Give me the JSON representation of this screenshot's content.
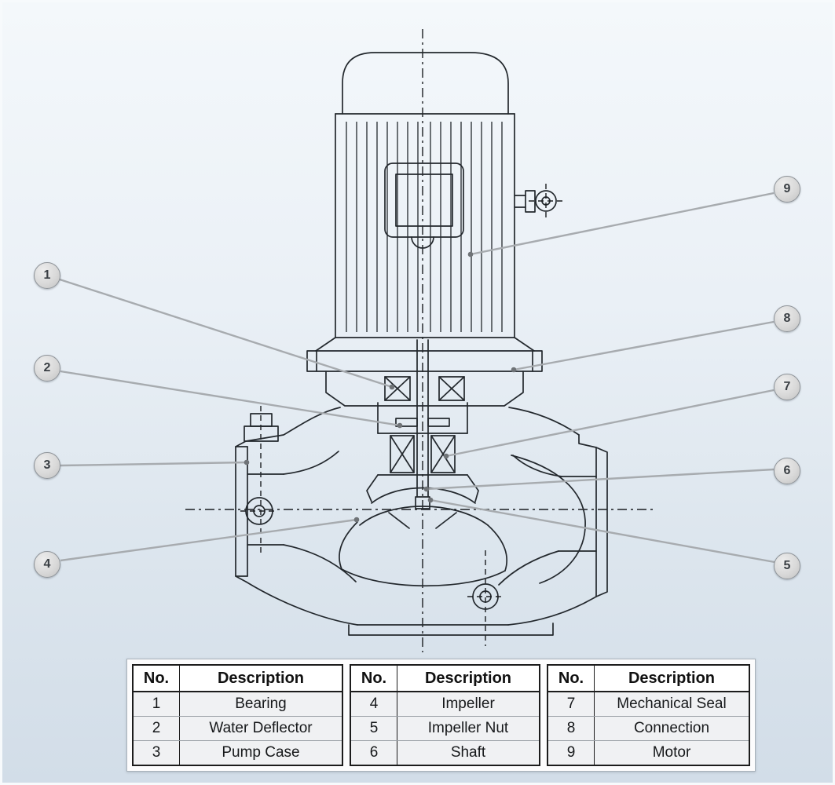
{
  "callouts": [
    {
      "label": "1"
    },
    {
      "label": "2"
    },
    {
      "label": "3"
    },
    {
      "label": "4"
    },
    {
      "label": "5"
    },
    {
      "label": "6"
    },
    {
      "label": "7"
    },
    {
      "label": "8"
    },
    {
      "label": "9"
    }
  ],
  "table": {
    "no_header": "No.",
    "desc_header": "Description",
    "groups": [
      {
        "rows": [
          {
            "no": "1",
            "desc": "Bearing"
          },
          {
            "no": "2",
            "desc": "Water Deflector"
          },
          {
            "no": "3",
            "desc": "Pump Case"
          }
        ]
      },
      {
        "rows": [
          {
            "no": "4",
            "desc": "Impeller"
          },
          {
            "no": "5",
            "desc": "Impeller Nut"
          },
          {
            "no": "6",
            "desc": "Shaft"
          }
        ]
      },
      {
        "rows": [
          {
            "no": "7",
            "desc": "Mechanical Seal"
          },
          {
            "no": "8",
            "desc": "Connection"
          },
          {
            "no": "9",
            "desc": "Motor"
          }
        ]
      }
    ]
  },
  "colors": {
    "background_top": "#f4f8fb",
    "background_bottom": "#d2dde8",
    "line": "#23282d",
    "callout_fill": "#d9d9d9",
    "callout_border": "#8e9398",
    "leader_line": "#a7abaf"
  }
}
